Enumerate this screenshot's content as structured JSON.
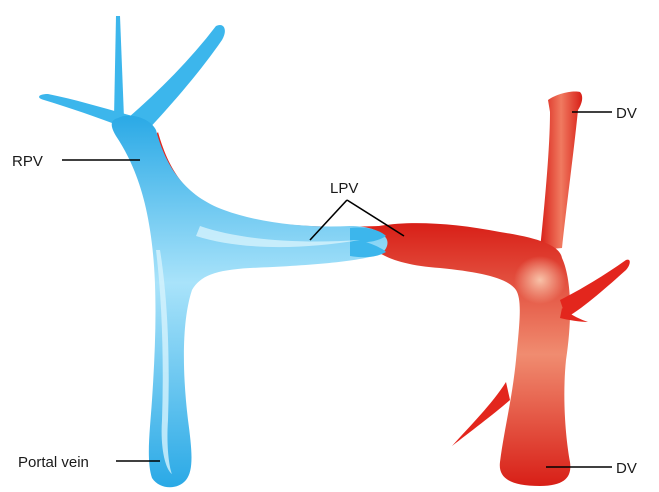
{
  "labels": {
    "rpv": "RPV",
    "lpv": "LPV",
    "portal_vein": "Portal vein",
    "dv_top": "DV",
    "dv_bottom": "DV"
  },
  "colors": {
    "portal_blue": "#3cb6ec",
    "portal_blue_highlight": "#c9eefc",
    "dv_red": "#e3261d",
    "dv_red_highlight": "#f6b39a",
    "leader_line": "#000000",
    "background": "#ffffff"
  }
}
